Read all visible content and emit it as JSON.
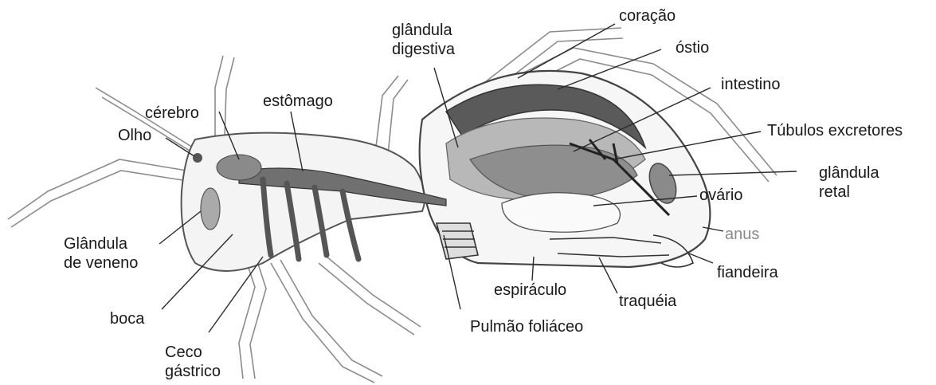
{
  "labels": {
    "coracao": "coração",
    "glandula_digestiva_1": "glândula",
    "glandula_digestiva_2": "digestiva",
    "ostio": "óstio",
    "intestino": "intestino",
    "cerebro": "cérebro",
    "estomago": "estômago",
    "tubulos": "Túbulos excretores",
    "olho": "Olho",
    "glandula_retal_1": "glândula",
    "glandula_retal_2": "retal",
    "ovario": "ovário",
    "glandula_veneno_1": "Glândula",
    "glandula_veneno_2": "de veneno",
    "anus": "anus",
    "fiandeira": "fiandeira",
    "espiraculo": "espiráculo",
    "boca": "boca",
    "traqueia": "traquéia",
    "pulmao": "Pulmão foliáceo",
    "ceco_1": "Ceco",
    "ceco_2": "gástrico"
  },
  "colors": {
    "outline": "#6e6e6e",
    "heart": "#5a5a5a",
    "gut": "#777777",
    "gland": "#9d9d9d",
    "light_organ": "#dedede",
    "leader": "#2a2a2a"
  }
}
